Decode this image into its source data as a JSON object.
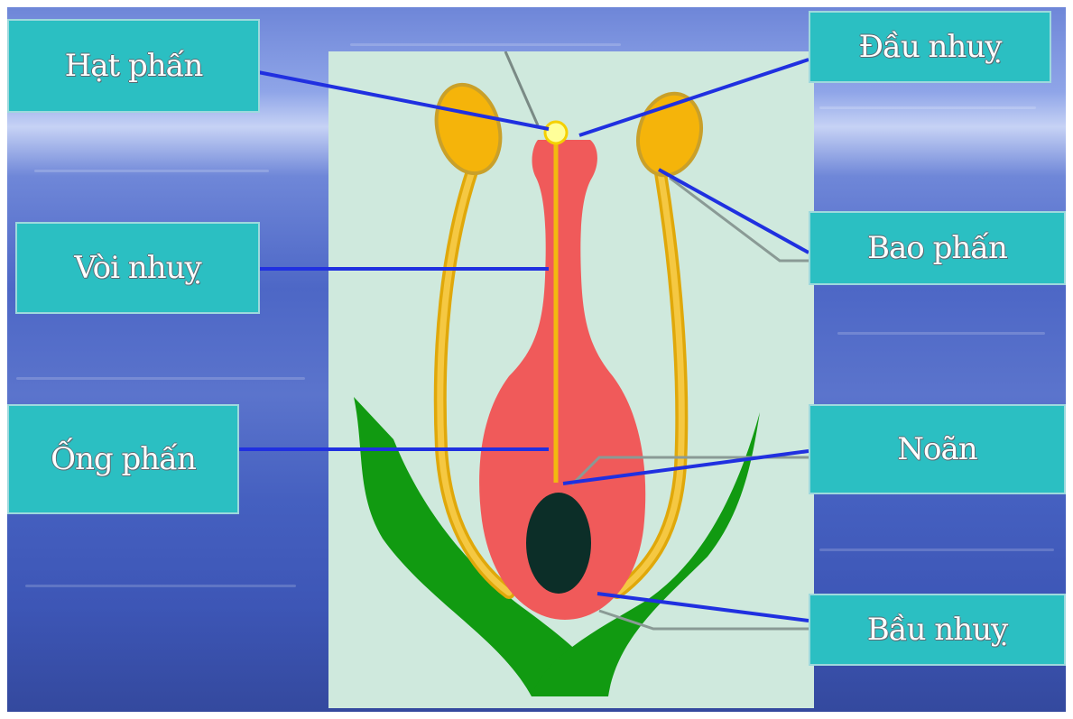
{
  "labels": {
    "hat_phan": "Hạt phấn",
    "voi_nhuy": "Vòi nhuỵ",
    "ong_phan": "Ống phấn",
    "dau_nhuy": "Đầu nhuỵ",
    "bao_phan": "Bao phấn",
    "noan": "Noãn",
    "bau_nhuy": "Bầu nhuỵ"
  },
  "colors": {
    "label_fill": "#2bbfc2",
    "leader_line": "#2030e0",
    "pistil": "#f05a5a",
    "pollen_tube": "#f2b90f",
    "stamen": "#f2b90f",
    "anther": "#f5b40a",
    "ovule": "#0c2e28",
    "sepal": "#119a11",
    "panel": "#cfe9dd"
  }
}
